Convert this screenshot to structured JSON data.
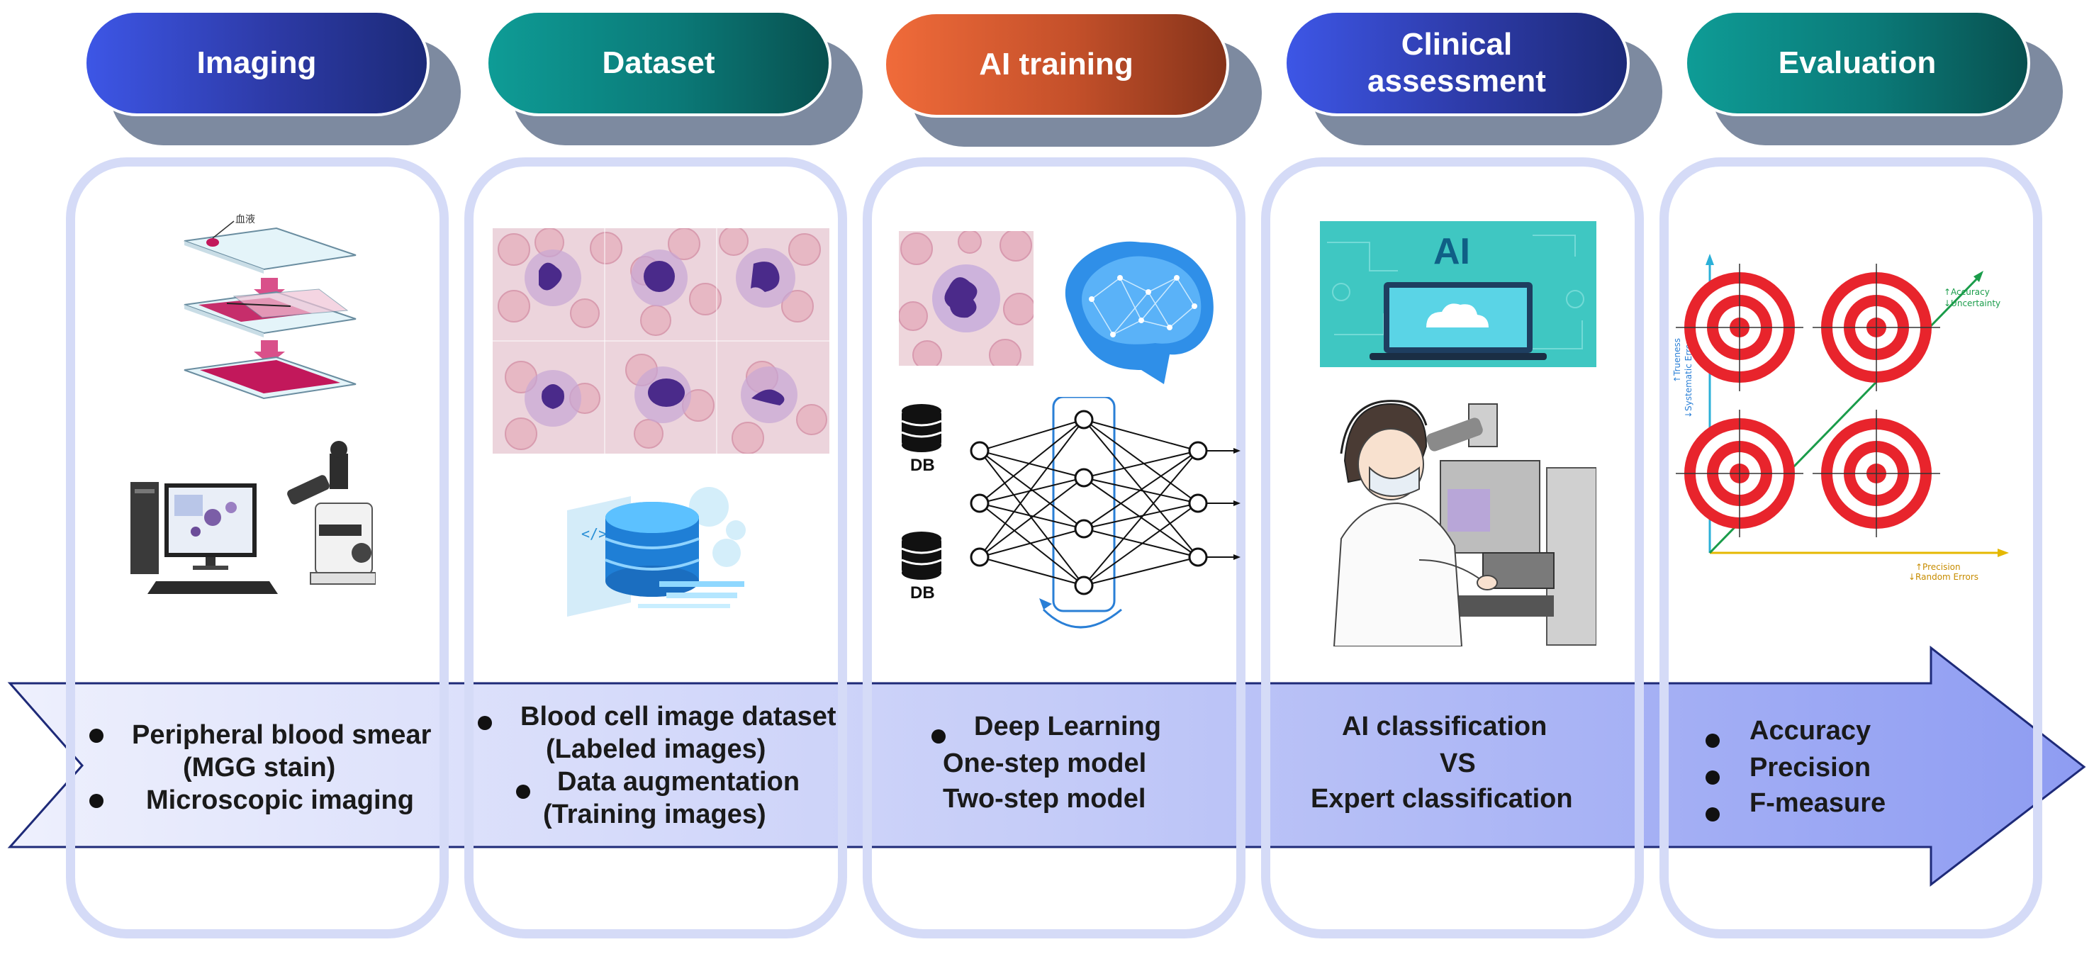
{
  "stages": [
    {
      "label": "Imaging",
      "color": "blue"
    },
    {
      "label": "Dataset",
      "color": "teal"
    },
    {
      "label": "AI training",
      "color": "orange"
    },
    {
      "label": "Clinical\nassessment",
      "color": "blue"
    },
    {
      "label": "Evaluation",
      "color": "teal"
    }
  ],
  "imaging": {
    "slide_label": "血液",
    "bullet1": "Peripheral blood smear",
    "bullet1b": "(MGG stain)",
    "bullet2": "Microscopic imaging"
  },
  "dataset": {
    "bullet1": "Blood cell image dataset",
    "bullet1b": "(Labeled images)",
    "bullet2": "Data augmentation",
    "bullet2b": "(Training images)"
  },
  "ai_training": {
    "db_label": "DB",
    "bullet1": "Deep Learning",
    "line2": "One-step model",
    "line3": "Two-step model"
  },
  "clinical": {
    "screen_label": "AI",
    "line1": "AI classification",
    "line2": "VS",
    "line3": "Expert classification"
  },
  "evaluation": {
    "y_axis_label_1": "↑Trueness",
    "y_axis_label_2": "↓Systematic Errors",
    "x_axis_label_1": "↑Precision",
    "x_axis_label_2": "↓Random Errors",
    "diag_label_1": "↑Accuracy",
    "diag_label_2": "↓Uncertainty",
    "bullet1": "Accuracy",
    "bullet2": "Precision",
    "bullet3": "F-measure"
  },
  "colors": {
    "column_border": "#d5dbf7",
    "arrow_start": "#eef0fd",
    "arrow_end": "#8e9cf2",
    "pill_shadow": "#7d8aa0"
  }
}
